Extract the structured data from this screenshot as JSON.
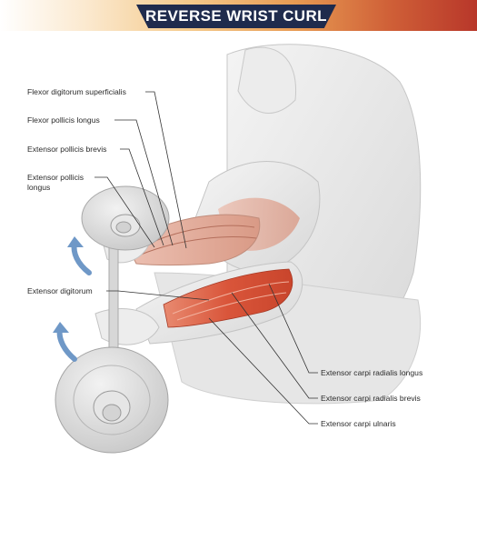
{
  "banner": {
    "title": "REVERSE WRIST CURL"
  },
  "labels": {
    "flexor_digitorum_superficialis": "Flexor digitorum superficialis",
    "flexor_pollicis_longus": "Flexor pollicis longus",
    "extensor_pollicis_brevis": "Extensor pollicis brevis",
    "extensor_pollicis_longus_line1": "Extensor pollicis",
    "extensor_pollicis_longus_line2": "longus",
    "extensor_digitorum": "Extensor digitorum",
    "extensor_carpi_radialis_longus": "Extensor carpi radialis longus",
    "extensor_carpi_radialis_brevis": "Extensor carpi radialis brevis",
    "extensor_carpi_ulnaris": "Extensor carpi ulnaris"
  },
  "colors": {
    "banner_badge": "#1f2b4d",
    "muscle_highlight": "#d9553a",
    "arrow": "#6f98c7",
    "skin": "#eeeeee",
    "plate": "#e2e2e2"
  },
  "icons": {
    "motion_arrow": "curved-up-arrow-icon"
  }
}
